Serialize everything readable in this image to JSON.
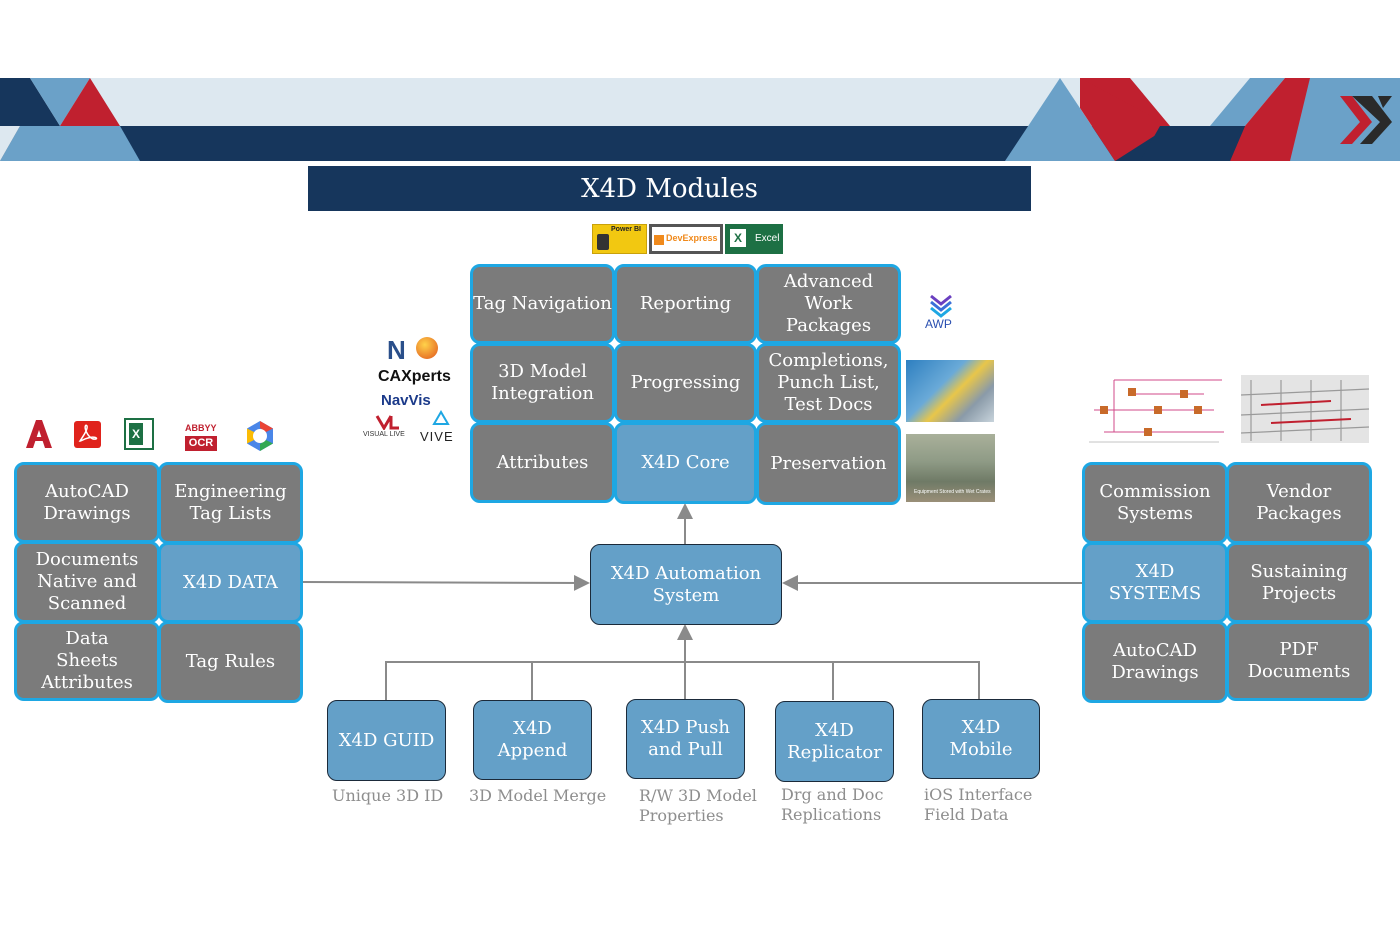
{
  "title": "X4D Modules",
  "colors": {
    "navy": "#16365c",
    "grey_box": "#7b7b7b",
    "blue_box": "#64a0c8",
    "cyan_border": "#1ea7e3",
    "red": "#c0202f",
    "light_blue": "#6ba1c8"
  },
  "logos": {
    "power_bi": "Power BI",
    "devexpress": "DevExpress",
    "excel": "Excel",
    "awp": "AWP",
    "navisworks": "N",
    "caxperts": "CAXperts",
    "navvis": "NavVis",
    "visual_live": "VISUAL LIVE",
    "vive": "VIVE",
    "abbyy": "ABBYY",
    "ocr": "OCR",
    "photo_caption": "Equipment Stored with Wet Crates"
  },
  "center_grid": [
    {
      "label": "Tag Navigation"
    },
    {
      "label": "Reporting"
    },
    {
      "label": "Advanced Work Packages"
    },
    {
      "label": "3D Model Integration"
    },
    {
      "label": "Progressing"
    },
    {
      "label": "Completions, Punch List, Test Docs"
    },
    {
      "label": "Attributes"
    },
    {
      "label": "X4D Core"
    },
    {
      "label": "Preservation"
    }
  ],
  "left_grid": [
    {
      "label": "AutoCAD Drawings"
    },
    {
      "label": "Engineering Tag Lists"
    },
    {
      "label": "Documents Native and Scanned"
    },
    {
      "label": "X4D DATA"
    },
    {
      "label": "Data Sheets Attributes"
    },
    {
      "label": "Tag Rules"
    }
  ],
  "right_grid": [
    {
      "label": "Commission Systems"
    },
    {
      "label": "Vendor Packages"
    },
    {
      "label": "X4D SYSTEMS"
    },
    {
      "label": "Sustaining Projects"
    },
    {
      "label": "AutoCAD Drawings"
    },
    {
      "label": "PDF Documents"
    }
  ],
  "automation": {
    "label": "X4D Automation System"
  },
  "bottom_modules": [
    {
      "label": "X4D GUID",
      "caption": "Unique 3D ID"
    },
    {
      "label": "X4D Append",
      "caption": "3D Model Merge"
    },
    {
      "label": "X4D Push and Pull",
      "caption": "R/W 3D Model Properties"
    },
    {
      "label": "X4D Replicator",
      "caption": "Drg and Doc Replications"
    },
    {
      "label": "X4D Mobile",
      "caption": "iOS Interface Field Data"
    }
  ]
}
